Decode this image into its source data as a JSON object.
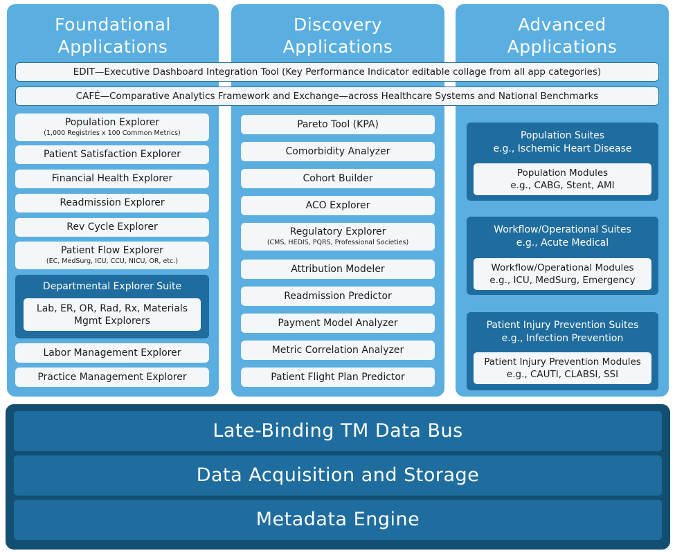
{
  "columns": {
    "foundational": {
      "title_line1": "Foundational",
      "title_line2": "Applications"
    },
    "discovery": {
      "title_line1": "Discovery",
      "title_line2": "Applications"
    },
    "advanced": {
      "title_line1": "Advanced",
      "title_line2": "Applications"
    }
  },
  "cross": {
    "edit": "EDIT—Executive Dashboard Integration Tool (Key Performance Indicator editable collage from all app categories)",
    "cafe": "CAFÉ—Comparative Analytics Framework and Exchange—across Healthcare Systems and National Benchmarks"
  },
  "foundational": {
    "population_title": "Population Explorer",
    "population_sub": "(1,000 Registries x 100 Common Metrics)",
    "satisfaction": "Patient Satisfaction Explorer",
    "financial": "Financial Health Explorer",
    "readmission": "Readmission Explorer",
    "revcycle": "Rev Cycle Explorer",
    "flow_title": "Patient Flow Explorer",
    "flow_sub": "(EC, MedSurg, ICU, CCU, NICU, OR, etc.)",
    "dept_suite_title": "Departmental Explorer Suite",
    "dept_suite_line1": "Lab, ER, OR, Rad, Rx, Materials",
    "dept_suite_line2": "Mgmt Explorers",
    "labor": "Labor Management Explorer",
    "practice": "Practice Management Explorer"
  },
  "discovery": {
    "pareto": "Pareto Tool (KPA)",
    "comorbidity": "Comorbidity Analyzer",
    "cohort": "Cohort Builder",
    "aco": "ACO Explorer",
    "regulatory_title": "Regulatory Explorer",
    "regulatory_sub": "(CMS, HEDIS, PQRS, Professional Societies)",
    "attribution": "Attribution Modeler",
    "readmission_predictor": "Readmission Predictor",
    "payment": "Payment Model Analyzer",
    "metric": "Metric Correlation Analyzer",
    "flight": "Patient Flight Plan Predictor"
  },
  "advanced": {
    "pop_suite_line1": "Population Suites",
    "pop_suite_line2": "e.g., Ischemic Heart Disease",
    "pop_mod_line1": "Population Modules",
    "pop_mod_line2": "e.g., CABG, Stent, AMI",
    "wf_suite_line1": "Workflow/Operational Suites",
    "wf_suite_line2": "e.g., Acute Medical",
    "wf_mod_line1": "Workflow/Operational Modules",
    "wf_mod_line2": "e.g., ICU, MedSurg, Emergency",
    "pip_suite_line1": "Patient Injury Prevention Suites",
    "pip_suite_line2": "e.g., Infection Prevention",
    "pip_mod_line1": "Patient Injury Prevention Modules",
    "pip_mod_line2": "e.g., CAUTI, CLABSI, SSI"
  },
  "platform": {
    "bus": "Late-Binding TM Data Bus",
    "acquisition": "Data Acquisition and Storage",
    "metadata": "Metadata Engine"
  }
}
